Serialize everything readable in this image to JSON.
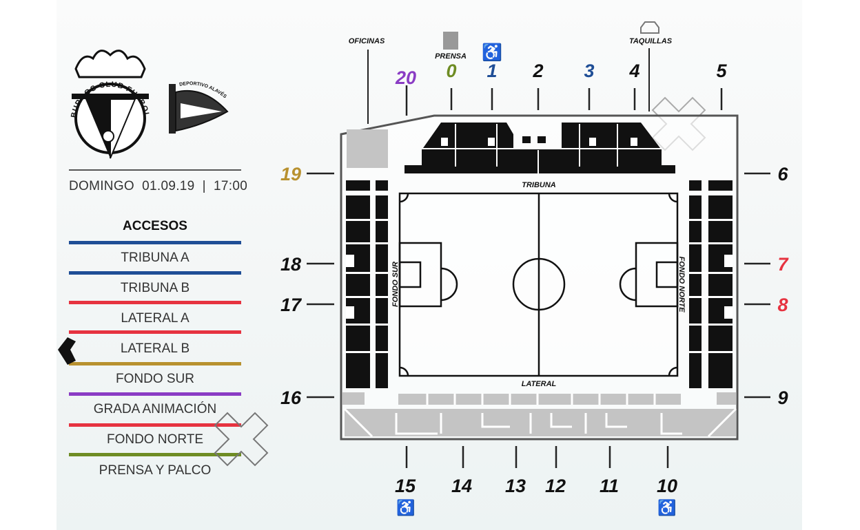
{
  "match": {
    "date_line": "DOMINGO  01.09.19  |  17:00",
    "home_crest_text": "BURGOS CLUB FUTBOL",
    "away_crest_text": "DEPORTIVO ALAVÉS"
  },
  "legend": {
    "title": "ACCESOS",
    "items": [
      {
        "label": "TRIBUNA A",
        "color": "#1f4e96"
      },
      {
        "label": "TRIBUNA B",
        "color": "#1f4e96"
      },
      {
        "label": "LATERAL A",
        "color": "#e63340"
      },
      {
        "label": "LATERAL B",
        "color": "#e63340"
      },
      {
        "label": "FONDO SUR",
        "color": "#b8912f"
      },
      {
        "label": "GRADA ANIMACIÓN",
        "color": "#8a3cc4"
      },
      {
        "label": "FONDO NORTE",
        "color": "#e63340"
      },
      {
        "label": "PRENSA Y PALCO",
        "color": "#6e8c23"
      }
    ]
  },
  "map": {
    "labels": {
      "oficinas": "OFICINAS",
      "prensa": "PRENSA",
      "taquillas": "TAQUILLAS",
      "tribuna": "TRIBUNA",
      "lateral": "LATERAL",
      "fondo_sur": "FONDO SUR",
      "fondo_norte": "FONDO NORTE"
    },
    "gates": {
      "g20": "20",
      "g0": "0",
      "g1": "1",
      "g2": "2",
      "g3": "3",
      "g4": "4",
      "g5": "5",
      "g6": "6",
      "g7": "7",
      "g8": "8",
      "g9": "9",
      "g10": "10",
      "g11": "11",
      "g12": "12",
      "g13": "13",
      "g14": "14",
      "g15": "15",
      "g16": "16",
      "g17": "17",
      "g18": "18",
      "g19": "19"
    }
  }
}
